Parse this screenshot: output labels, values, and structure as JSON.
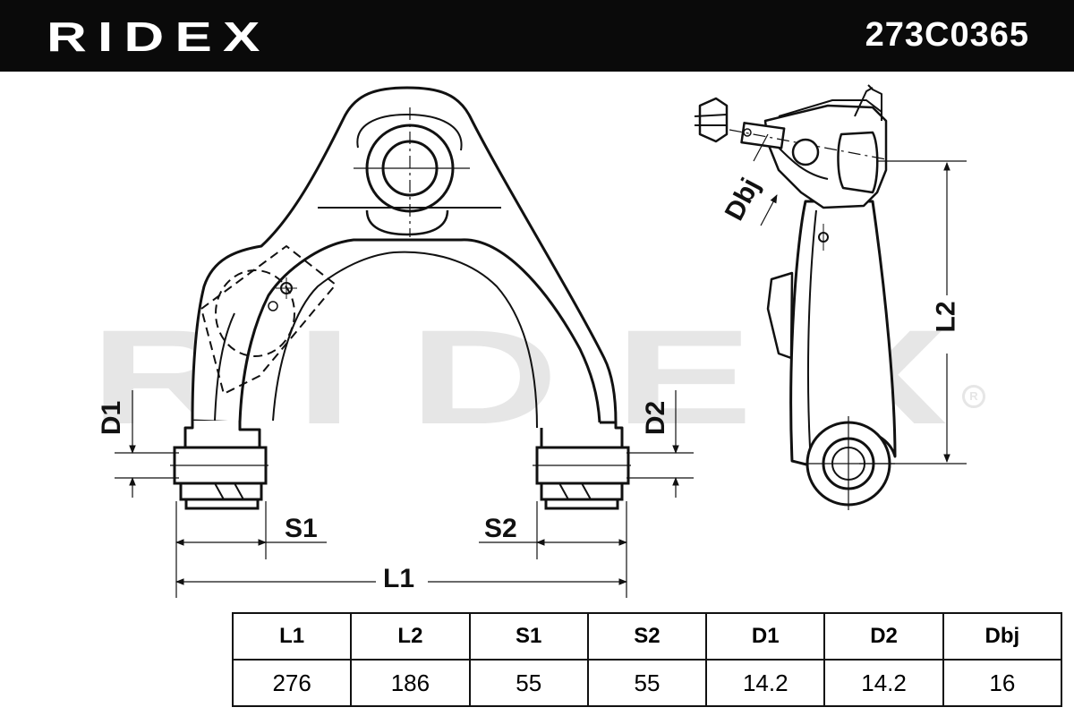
{
  "header": {
    "brand": "RIDEX",
    "part_number": "273C0365"
  },
  "watermark": "RIDEX",
  "dimension_labels": {
    "l1": "L1",
    "l2": "L2",
    "s1": "S1",
    "s2": "S2",
    "d1": "D1",
    "d2": "D2",
    "dbj": "Dbj"
  },
  "specs": {
    "headers": [
      "L1",
      "L2",
      "S1",
      "S2",
      "D1",
      "D2",
      "Dbj"
    ],
    "values": [
      "276",
      "186",
      "55",
      "55",
      "14.2",
      "14.2",
      "16"
    ]
  },
  "colors": {
    "header_bg": "#0a0a0a",
    "line": "#111111",
    "watermark": "#e6e6e6"
  }
}
